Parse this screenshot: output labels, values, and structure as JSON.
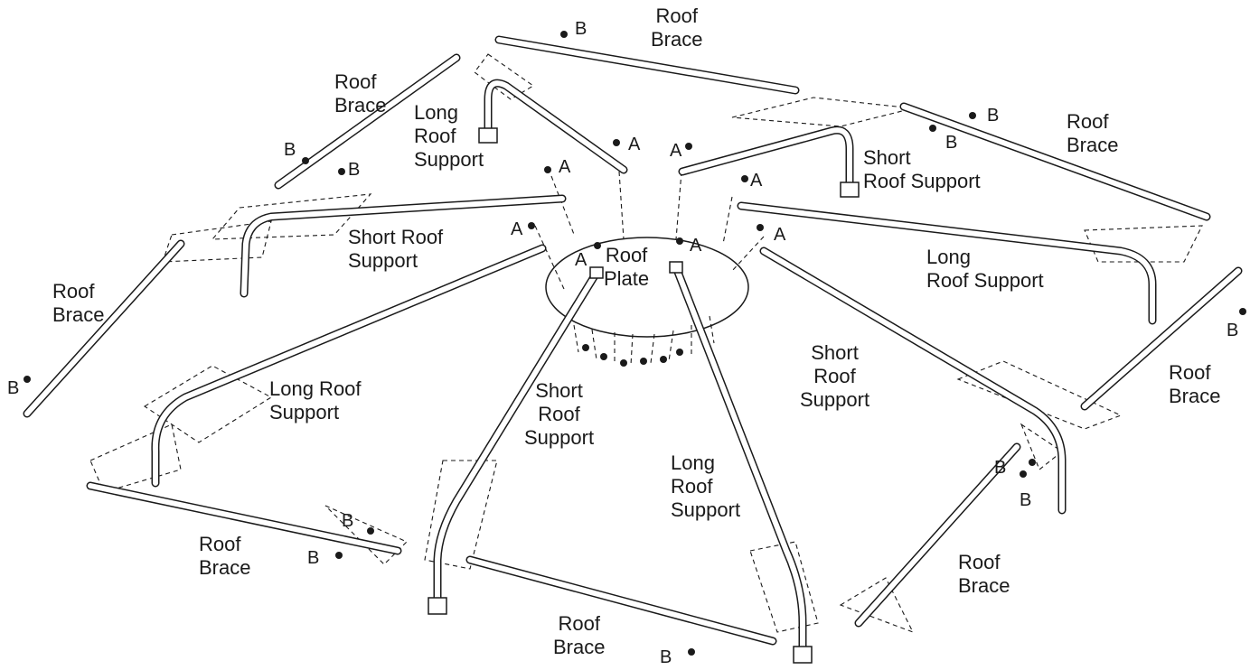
{
  "labels": {
    "roof_plate": "Roof\nPlate",
    "roof_brace": "Roof\nBrace",
    "long_roof_support_a": "Long\nRoof\nSupport",
    "long_roof_support_b": "Long\nRoof Support",
    "long_roof_support_c": "Long Roof\nSupport",
    "short_roof_support_a": "Short\nRoof Support",
    "short_roof_support_b": "Short Roof\nSupport",
    "short_roof_support_c": "Short\nRoof\nSupport",
    "fastener_a": "A",
    "fastener_b": "B"
  }
}
